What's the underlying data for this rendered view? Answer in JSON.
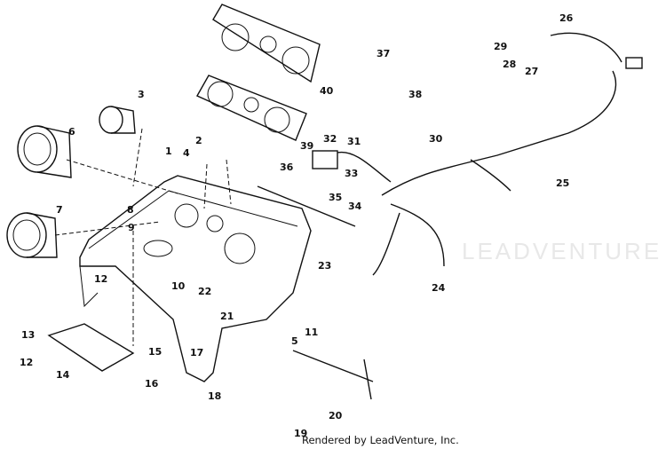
{
  "footer": "Rendered by LeadVenture, Inc.",
  "watermark": "LEADVENTURE",
  "callouts": [
    {
      "id": "26",
      "text": "26"
    },
    {
      "id": "29",
      "text": "29"
    },
    {
      "id": "28",
      "text": "28"
    },
    {
      "id": "27",
      "text": "27"
    },
    {
      "id": "37",
      "text": "37"
    },
    {
      "id": "40",
      "text": "40"
    },
    {
      "id": "38",
      "text": "38"
    },
    {
      "id": "3",
      "text": "3"
    },
    {
      "id": "6",
      "text": "6"
    },
    {
      "id": "2",
      "text": "2"
    },
    {
      "id": "32",
      "text": "32"
    },
    {
      "id": "31",
      "text": "31"
    },
    {
      "id": "30",
      "text": "30"
    },
    {
      "id": "39",
      "text": "39"
    },
    {
      "id": "1",
      "text": "1"
    },
    {
      "id": "4",
      "text": "4"
    },
    {
      "id": "33",
      "text": "33"
    },
    {
      "id": "36",
      "text": "36"
    },
    {
      "id": "25",
      "text": "25"
    },
    {
      "id": "35",
      "text": "35"
    },
    {
      "id": "34",
      "text": "34"
    },
    {
      "id": "8",
      "text": "8"
    },
    {
      "id": "7",
      "text": "7"
    },
    {
      "id": "9",
      "text": "9"
    },
    {
      "id": "23",
      "text": "23"
    },
    {
      "id": "12a",
      "text": "12"
    },
    {
      "id": "10",
      "text": "10"
    },
    {
      "id": "22",
      "text": "22"
    },
    {
      "id": "24",
      "text": "24"
    },
    {
      "id": "21",
      "text": "21"
    },
    {
      "id": "5",
      "text": "5"
    },
    {
      "id": "11",
      "text": "11"
    },
    {
      "id": "13",
      "text": "13"
    },
    {
      "id": "15",
      "text": "15"
    },
    {
      "id": "17",
      "text": "17"
    },
    {
      "id": "12b",
      "text": "12"
    },
    {
      "id": "14",
      "text": "14"
    },
    {
      "id": "16",
      "text": "16"
    },
    {
      "id": "18",
      "text": "18"
    },
    {
      "id": "20",
      "text": "20"
    },
    {
      "id": "19",
      "text": "19"
    }
  ]
}
